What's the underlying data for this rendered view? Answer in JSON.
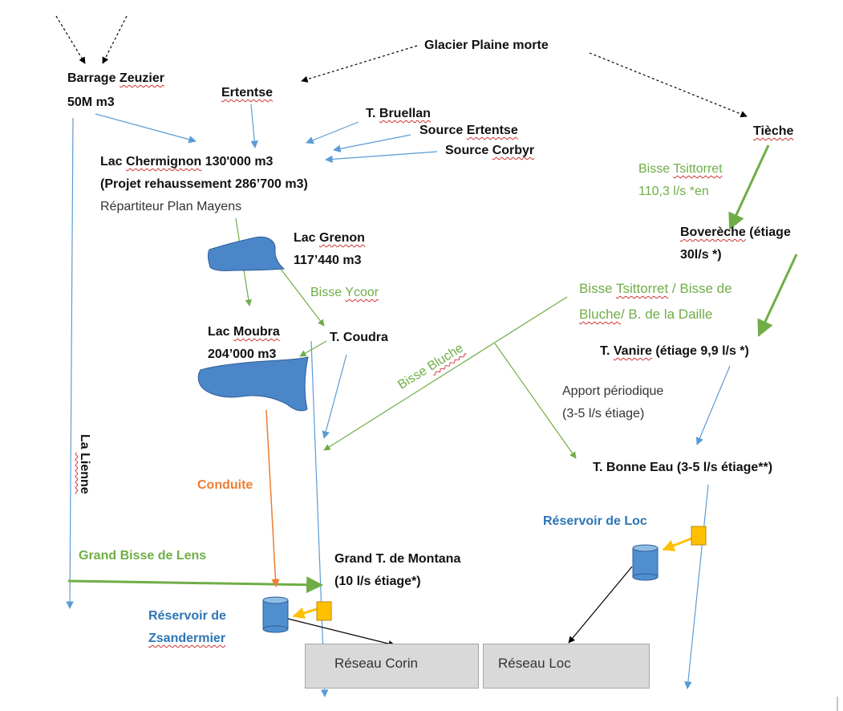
{
  "colors": {
    "black": "#000000",
    "blue_line": "#5b9bd5",
    "green": "#70ad47",
    "orange": "#ed7d31",
    "lake_fill": "#4a86c8",
    "tank_fill": "#5b9bd5",
    "valve_fill": "#ffc000",
    "box_fill": "#d9d9d9"
  },
  "nodes": {
    "glacier": "Glacier Plaine morte",
    "barrage": [
      "Barrage ",
      "Zeuzier"
    ],
    "barrage_vol": "50M m3",
    "ertentse": "Ertentse",
    "bruellan": [
      "T. ",
      "Bruellan"
    ],
    "source_ertentse": [
      "Source ",
      "Ertentse"
    ],
    "source_corbyr": [
      "Source ",
      "Corbyr"
    ],
    "tieche": "Tièche",
    "chermignon": [
      "Lac ",
      "Chermignon",
      " 130'000 m3"
    ],
    "projet": "(Projet rehaussement 286’700 m3)",
    "repartiteur": "Répartiteur Plan Mayens",
    "grenon": [
      "Lac ",
      "Grenon"
    ],
    "grenon_vol": "117’440 m3",
    "moubra": [
      "Lac ",
      "Moubra"
    ],
    "moubra_vol": "204’000 m3",
    "coudra": "T. Coudra",
    "boverece": [
      "Boverèche",
      " (étiage"
    ],
    "boverece_2": "30l/s *)",
    "vanire": [
      "T. ",
      "Vanire",
      " (étiage 9,9 l/s *)"
    ],
    "bonne_eau": "T. Bonne Eau (3-5 l/s étiage**)",
    "grand_t": "Grand T. de Montana",
    "grand_t_2": "(10 l/s étiage*)",
    "lienne": [
      "La ",
      "Lienne"
    ]
  },
  "flows": {
    "bisse_tsittorret": [
      "Bisse ",
      "Tsittorret"
    ],
    "bisse_tsittorret_2": "110,3 l/s *en",
    "bisse_ycoor": [
      "Bisse ",
      "Ycoor"
    ],
    "bisse_bluche": [
      "Bisse ",
      "Bluche"
    ],
    "multi_1": [
      "Bisse ",
      "Tsittorret",
      " / Bisse de"
    ],
    "multi_2": [
      "Bluche",
      "/ B. de la Daille"
    ],
    "apport_1": "Apport périodique",
    "apport_2": "(3-5 l/s étiage)",
    "conduite": "Conduite",
    "grand_bisse": "Grand Bisse de Lens"
  },
  "reservoirs": {
    "loc": "Réservoir de Loc",
    "zsand_1": "Réservoir de",
    "zsand_2": "Zsandermier"
  },
  "networks": {
    "corin": "Réseau Corin",
    "loc": "Réseau Loc"
  }
}
